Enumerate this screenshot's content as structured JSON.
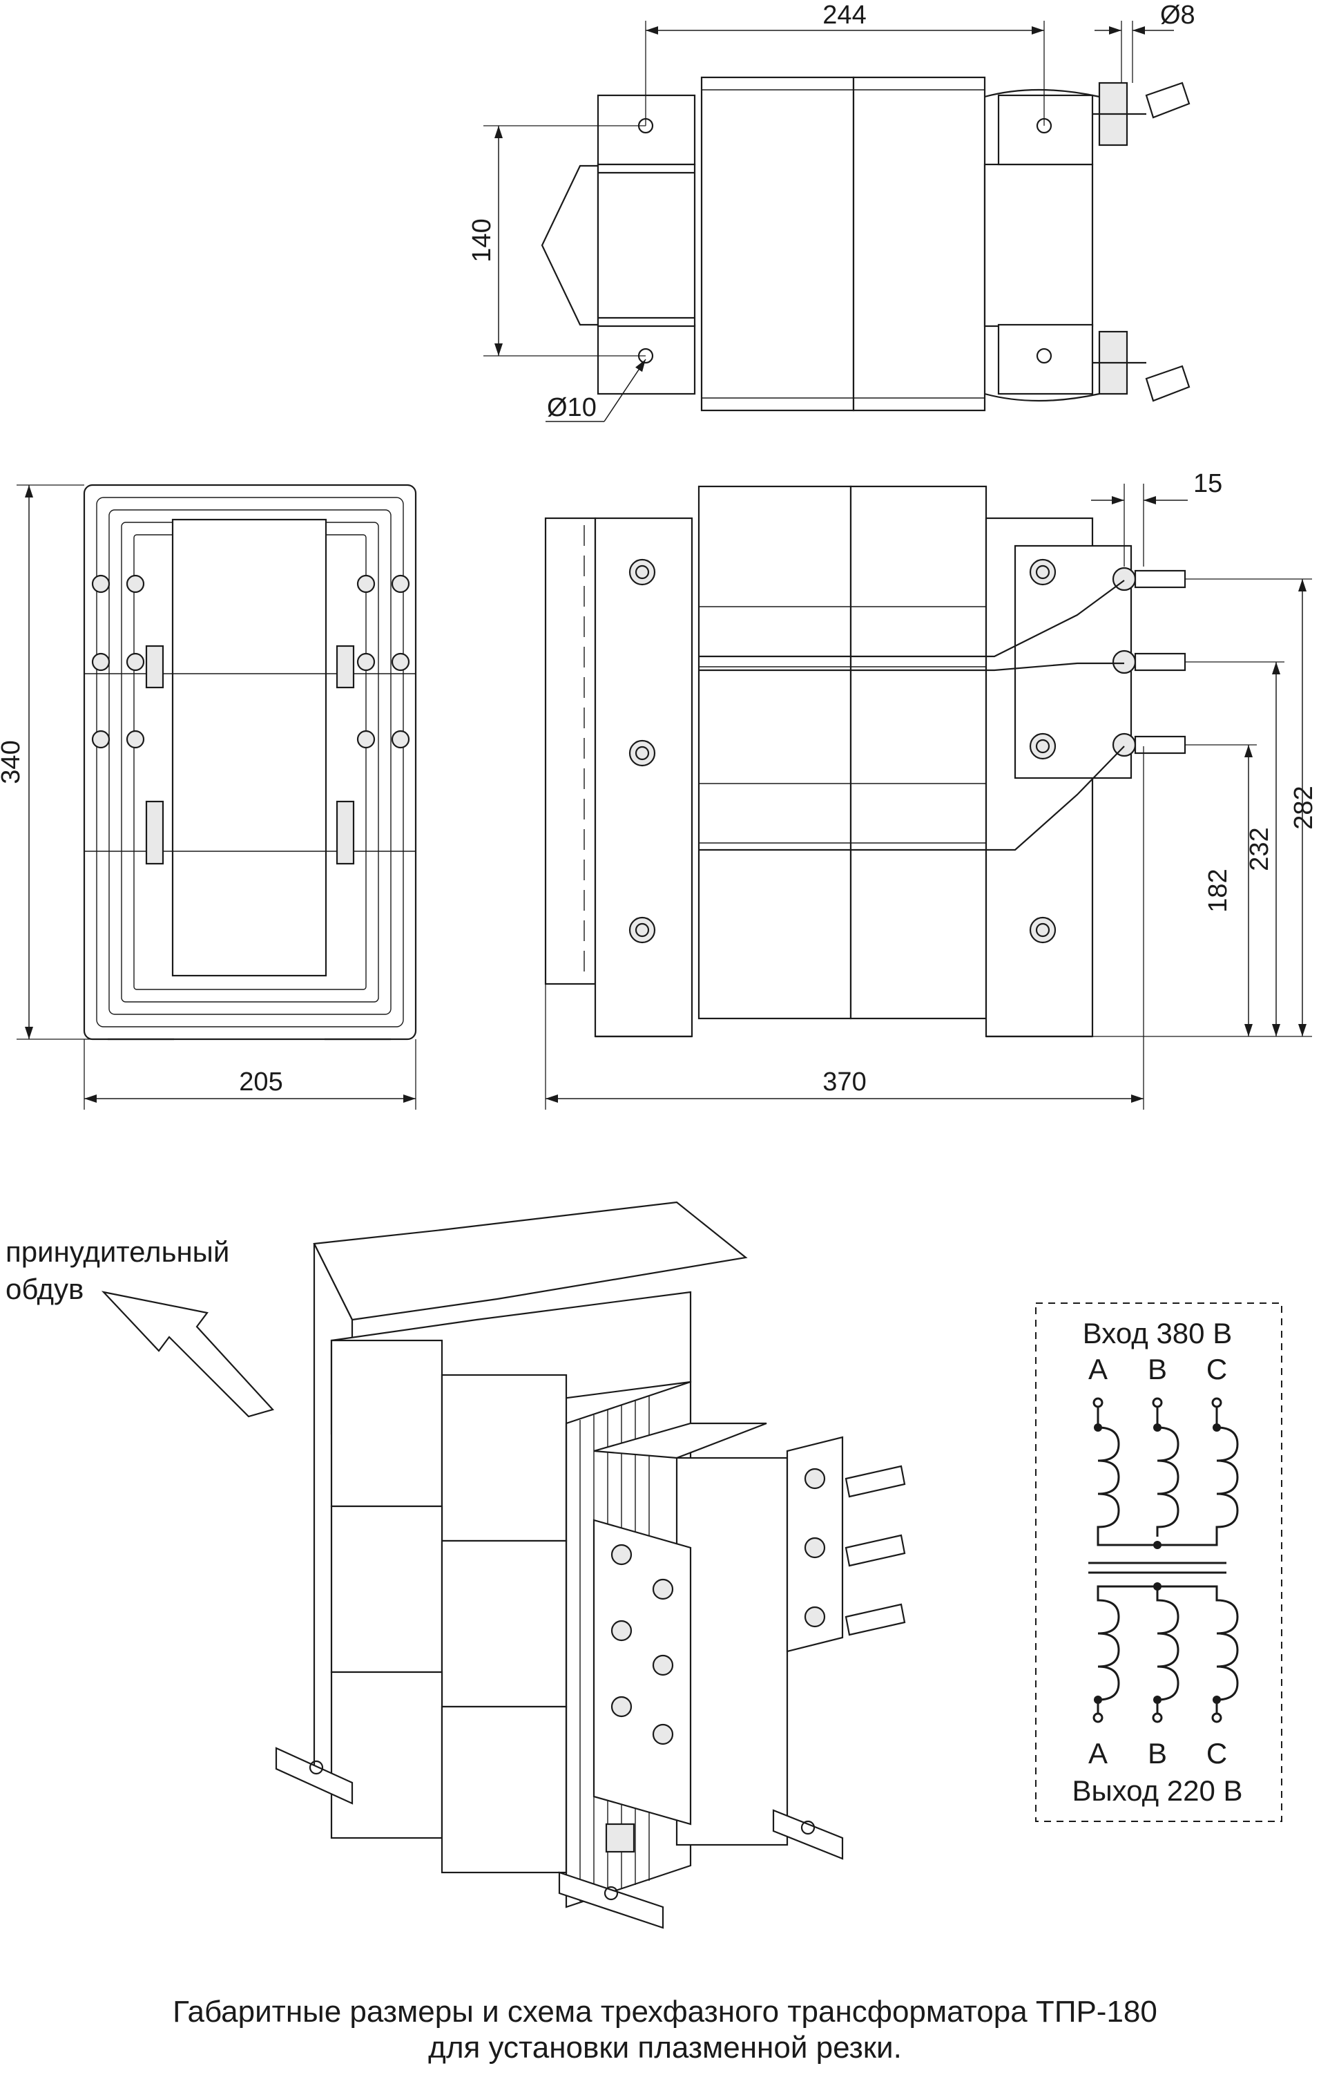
{
  "dimensions": {
    "top_width": "244",
    "terminal_dia": "Ø8",
    "top_height": "140",
    "mount_hole_dia": "Ø10",
    "front_height": "340",
    "front_width": "205",
    "side_width": "370",
    "terminal_offset": "15",
    "terminal_h1": "282",
    "terminal_h2": "232",
    "terminal_h3": "182"
  },
  "airflow_label": {
    "line1": "принудительный",
    "line2": "обдув"
  },
  "schematic": {
    "input_title": "Вход 380 В",
    "output_title": "Выход 220 В",
    "phases_in": [
      "A",
      "B",
      "C"
    ],
    "phases_out": [
      "A",
      "B",
      "C"
    ]
  },
  "caption": {
    "line1": "Габаритные размеры и схема трехфазного трансформатора ТПР-180",
    "line2": "для установки плазменной резки."
  }
}
